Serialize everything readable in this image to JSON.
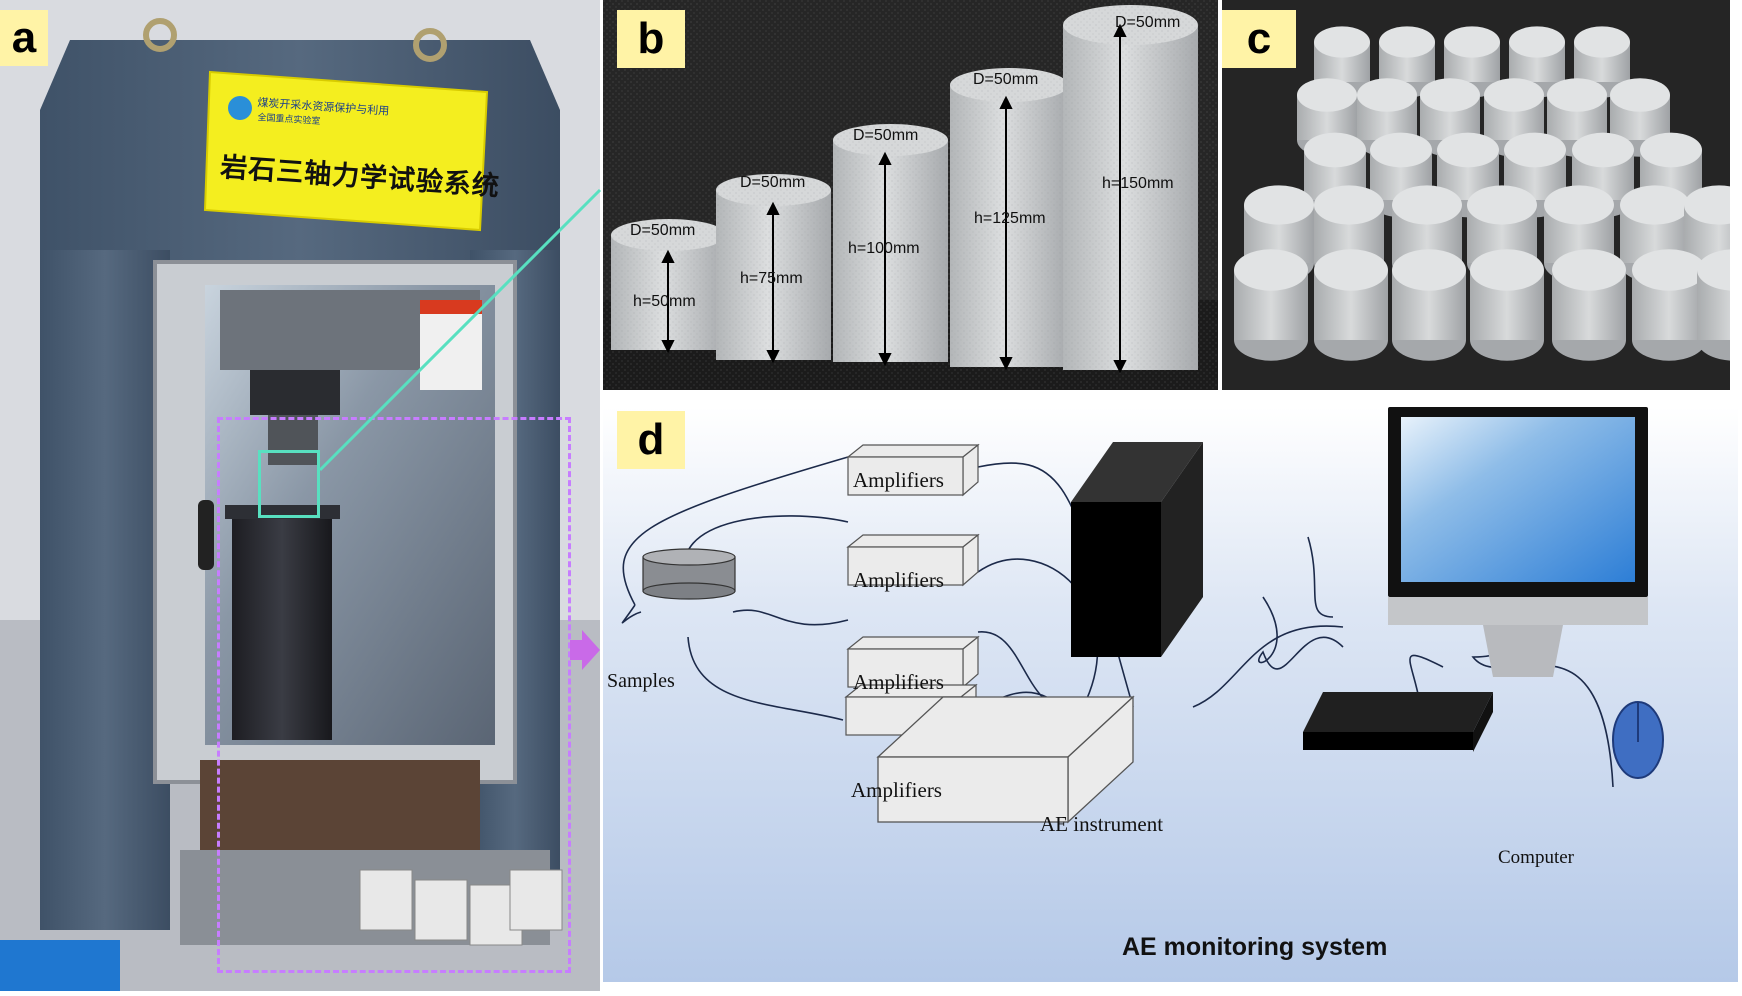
{
  "panels": {
    "a": {
      "label": "a",
      "sign_title": "岩石三轴力学试验系统",
      "sign_subtitle": "煤炭开采水资源保护与利用",
      "sign_subtitle2": "全国重点实验室"
    },
    "b": {
      "label": "b",
      "specimens": [
        {
          "diameter": "D=50mm",
          "height": "h=50mm"
        },
        {
          "diameter": "D=50mm",
          "height": "h=75mm"
        },
        {
          "diameter": "D=50mm",
          "height": "h=100mm"
        },
        {
          "diameter": "D=50mm",
          "height": "h=125mm"
        },
        {
          "diameter": "D=50mm",
          "height": "h=150mm"
        }
      ]
    },
    "c": {
      "label": "c"
    },
    "d": {
      "label": "d",
      "amplifiers": [
        "Amplifiers",
        "Amplifiers",
        "Amplifiers",
        "Amplifiers"
      ],
      "samples": "Samples",
      "ae_instrument": "AE instrument",
      "computer": "Computer",
      "caption": "AE monitoring system"
    }
  },
  "colors": {
    "label_bg": "#fff3a6",
    "highlight_box": "#c77dff",
    "zoom_line": "#58e0c0",
    "arrow": "#c96ae8",
    "panel_d_bg_top": "#ffffff",
    "panel_d_bg_bottom": "#b5c9e8"
  }
}
